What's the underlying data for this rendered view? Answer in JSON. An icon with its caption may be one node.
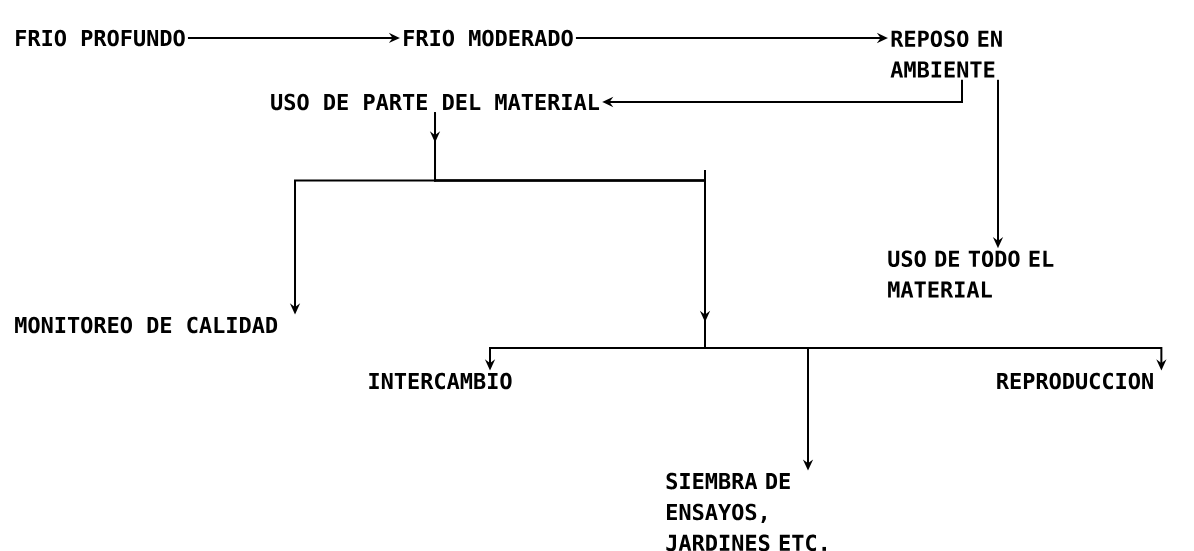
{
  "diagram": {
    "nodes": [
      {
        "text": [
          "FRIO PROFUNDO"
        ]
      },
      {
        "text": [
          "FRIO MODERADO"
        ]
      },
      {
        "text": [
          "REPOSO EN AMBIENTE"
        ]
      },
      {
        "text": [
          "USO DE PARTE DEL MATERIAL"
        ]
      },
      {
        "text": [
          "USO DE TODO EL MATERIAL"
        ]
      },
      {
        "text": [
          "MONITOREO DE CALIDAD"
        ]
      },
      {
        "text": [
          "INTERCAMBIO"
        ]
      },
      {
        "text": [
          "SIEMBRA DE ENSAYOS, JARDINES ETC."
        ]
      },
      {
        "text": [
          "REPRODUCCION"
        ]
      }
    ],
    "edges": [
      {
        "from": 0,
        "to": 1,
        "arrow": "to"
      },
      {
        "from": 1,
        "to": 2,
        "arrow": "to"
      },
      {
        "from": 2,
        "to": 3,
        "arrow": "to"
      },
      {
        "from": 2,
        "to": 4,
        "arrow": "to"
      },
      {
        "from": 3,
        "to": 5,
        "arrow": "to"
      },
      {
        "from": 3,
        "to": 6,
        "arrow": "to"
      },
      {
        "from": 3,
        "to": 7,
        "arrow": "to"
      },
      {
        "from": 3,
        "to": 8,
        "arrow": "to"
      }
    ]
  }
}
